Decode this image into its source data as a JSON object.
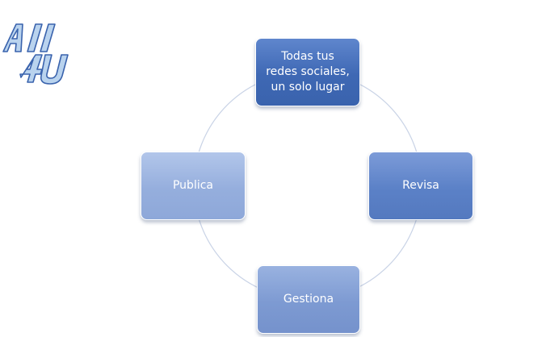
{
  "colors": {
    "ring": "#c9d3e6",
    "logo_fill": "#b9d3ee",
    "logo_stroke": "#3a63ad"
  },
  "logo": {
    "text": "All4U"
  },
  "cycle": {
    "nodes": [
      {
        "label_lines": [
          "Todas tus",
          "redes sociales,",
          "un solo lugar"
        ]
      },
      {
        "label": "Revisa"
      },
      {
        "label": "Gestiona"
      },
      {
        "label": "Publica"
      }
    ]
  }
}
